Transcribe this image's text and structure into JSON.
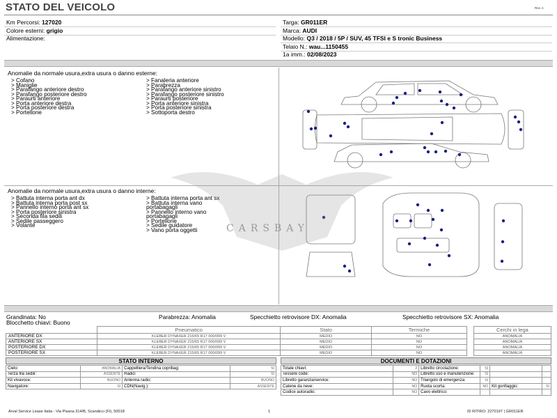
{
  "header": {
    "title": "STATO DEL VEICOLO",
    "rev": "Rev. A"
  },
  "vehicle_left": [
    {
      "label": "Km Percorsi:",
      "value": "127020"
    },
    {
      "label": "Colore esterni:",
      "value": "grigio"
    },
    {
      "label": "Alimentazione:",
      "value": ""
    }
  ],
  "vehicle_right": [
    {
      "label": "Targa:",
      "value": "GR011ER"
    },
    {
      "label": "Marca:",
      "value": "AUDI"
    },
    {
      "label": "Modello:",
      "value": "Q3 / 2018 / 5P / SUV, 45 TFSI e S tronic Business"
    },
    {
      "label": "Telaio N.:",
      "value": "wau...1150455"
    },
    {
      "label": "1a imm.:",
      "value": "02/08/2023"
    }
  ],
  "exterior": {
    "title": "Anomalie da normale usura,extra usura o danno esterne:",
    "col1": [
      "> Cofano",
      "> Maniglie",
      "> Parafango anteriore destro",
      "> Parafango posteriore destro",
      "> Paraurti anteriore",
      "> Porta anteriore destra",
      "> Porta posteriore destra",
      "> Portellone"
    ],
    "col2": [
      "> Fanaleria anteriore",
      "> Parabrezza",
      "> Parafango anteriore sinistro",
      "> Parafango posteriore sinistro",
      "> Paraurti posteriore",
      "> Porta anteriore sinistra",
      "> Porta posteriore sinistra",
      "> Sottoporta destro"
    ]
  },
  "interior": {
    "title": "Anomalie da normale usura,extra usura o danno interne:",
    "col1": [
      "> Battuta interna porta ant dx",
      "> Battuta interna porta post sx",
      "> Pannello interno porta ant sx",
      "> Porta posteriore sinistra",
      "> Seconda fila sedili",
      "> Sedile passeggero",
      "> Volante"
    ],
    "col2": [
      "> Battuta interna porta ant sx",
      "> Battuta interna vano",
      "portabagagli",
      "> Pannello interno vano",
      "portabagagli",
      "> Portellone",
      "> Sedile guidatore",
      "> Vano porta oggetti"
    ]
  },
  "watermark": "CARSBAY",
  "status_line": {
    "grandinata": "Grandinata: No",
    "parabrezza": "Parabrezza: Anomalia",
    "specchietto_dx": "Specchietto retrovisore DX: Anomalia",
    "specchietto_sx": "Specchietto retrovisore SX: Anomalia",
    "blocchetto": "Blocchetto chiavi: Buono"
  },
  "tyres": {
    "headers": {
      "pneumatico": "Pneumatico",
      "stato": "Stato",
      "termiche": "Termiche",
      "cerchi": "Cerchi in lega"
    },
    "rows": [
      {
        "pos": "ANTERIORE DX",
        "model": "KLEBER DYNAXER 215/65 R17 000/099 V",
        "stato": "MEDIO",
        "termiche": "NO",
        "cerchi": "ANOMALIA"
      },
      {
        "pos": "ANTERIORE SX",
        "model": "KLEBER DYNAXER 215/65 R17 000/099 V",
        "stato": "MEDIO",
        "termiche": "NO",
        "cerchi": "ANOMALIA"
      },
      {
        "pos": "POSTERIORE DX",
        "model": "KLEBER DYNAXER 215/65 R17 000/099 V",
        "stato": "MEDIO",
        "termiche": "NO",
        "cerchi": "ANOMALIA"
      },
      {
        "pos": "POSTERIORE SX",
        "model": "KLEBER DYNAXER 215/65 R17 000/099 V",
        "stato": "MEDIO",
        "termiche": "NO",
        "cerchi": "ANOMALIA"
      }
    ]
  },
  "stato_interno": {
    "title": "STATO INTERNO",
    "rows": [
      [
        "Cielo:",
        "ANOMALIA",
        "Cappelliera/Tendina copribag:",
        "SI"
      ],
      [
        "Terza fila sedili:",
        "ASSENTE",
        "Radio:",
        "SI"
      ],
      [
        "Kit vivavoce:",
        "BUONO",
        "Antenna radio:",
        "BUONO"
      ],
      [
        "Navigatore:",
        "SI",
        "CDN(Navig.):",
        "ASSENTE"
      ]
    ]
  },
  "documenti": {
    "title": "DOCUMENTI E DOTAZIONI",
    "rows": [
      [
        "Totale chiavi:",
        "2",
        "Libretto circolazione:",
        "SI",
        "",
        ""
      ],
      [
        "Tessere code:",
        "NO",
        "Libretto uso e manutenzione:",
        "SI",
        "",
        ""
      ],
      [
        "Libretto garanzia/service:",
        "NO",
        "Triangolo di emergenza:",
        "SI",
        "",
        ""
      ],
      [
        "Catene da neve:",
        "NO",
        "Ruota scorta:",
        "NO",
        "Kit gonfiaggio:",
        "SI"
      ],
      [
        "Codice autoradio:",
        "NO",
        "Cavo elettrico:",
        "",
        "",
        ""
      ]
    ]
  },
  "footer": {
    "company": "Arval Service Lease Italia - Via Pisana 314/B, Scandicci (FI), 50018",
    "page": "1",
    "id": "ID RITIRO: 2270197 | GR011ER"
  }
}
